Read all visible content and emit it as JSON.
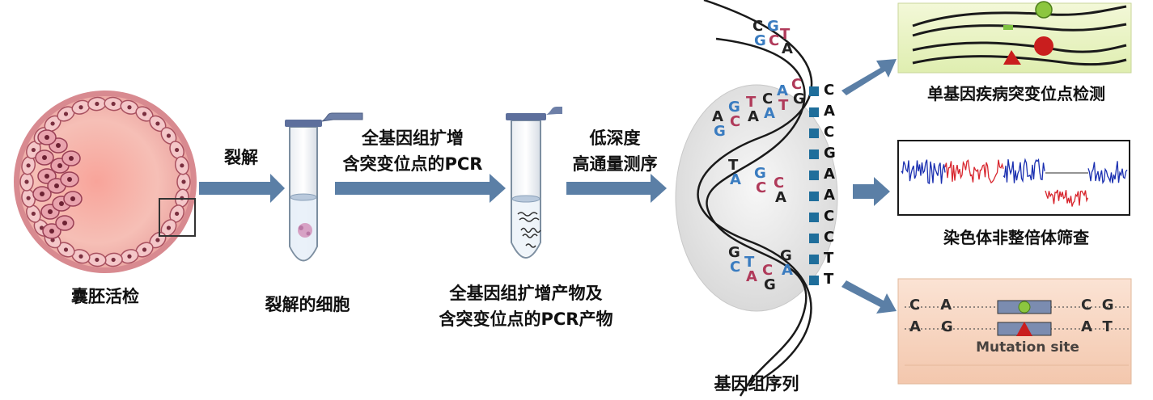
{
  "steps": {
    "biopsy": "囊胚活检",
    "lysis": "裂解",
    "lysed_cells": "裂解的细胞",
    "amplify_line1": "全基因组扩增",
    "amplify_line2": "含突变位点的PCR",
    "products_line1": "全基因组扩增产物及",
    "products_line2": "含突变位点的PCR产物",
    "seq_line1": "低深度",
    "seq_line2": "高通量测序",
    "genome_seq": "基因组序列"
  },
  "results": {
    "single_gene": "单基因疾病突变位点检测",
    "aneuploidy": "染色体非整倍体筛查",
    "mutation_panel_text": "Mutation site"
  },
  "sequence_read": [
    "C",
    "A",
    "C",
    "G",
    "A",
    "A",
    "C",
    "C",
    "T",
    "T"
  ],
  "helix_pairs": [
    [
      "C",
      "G"
    ],
    [
      "G",
      "C"
    ],
    [
      "T",
      "A"
    ],
    [
      "A",
      "G"
    ],
    [
      "G",
      "C"
    ],
    [
      "T",
      "A"
    ],
    [
      "C",
      "A"
    ],
    [
      "A",
      "T"
    ],
    [
      "C",
      "G"
    ],
    [
      "T",
      "A"
    ],
    [
      "G",
      "C"
    ],
    [
      "C",
      "A"
    ],
    [
      "G",
      "C"
    ],
    [
      "T",
      "A"
    ],
    [
      "C",
      "G"
    ],
    [
      "G",
      "A"
    ]
  ],
  "alignment": {
    "row1_left": [
      "C",
      "A"
    ],
    "row1_right": [
      "C",
      "G"
    ],
    "row2_left": [
      "A",
      "G"
    ],
    "row2_right": [
      "A",
      "T"
    ]
  },
  "colors": {
    "arrow": "#5b7fa6",
    "arrow_dark": "#3d5f85",
    "seq_square": "#1f6e9b",
    "mutation_red": "#d32020",
    "normal_green": "#7fc241",
    "cnv_blue": "#1a2fb0",
    "cnv_red": "#d8262e"
  }
}
